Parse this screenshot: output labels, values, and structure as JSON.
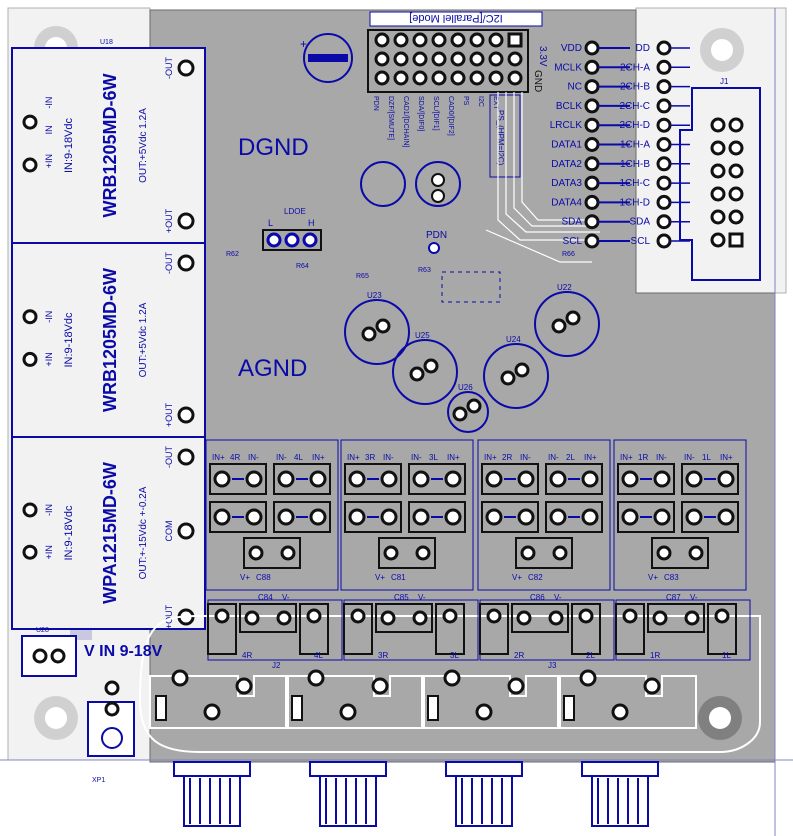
{
  "colors": {
    "board": "#a8a8a8",
    "substrate": "#f2f2f2",
    "copper": "#0a0aa8",
    "pad": "#ffffff",
    "silk_white": "#ffffff",
    "edge": "#6a6a6a",
    "dark": "#111111",
    "hole": "#808080"
  },
  "header": {
    "title": "I2C/[Parallel Mode]",
    "v33": "3.3V",
    "gnd": "GND",
    "pin_labels": [
      "PDN",
      "DZF/[SMUTE]",
      "CAD1/[DCHAIN]",
      "SDA/[DIF0]",
      "SCL/[DIF1]",
      "CAD0/[DIF2]",
      "PS",
      "I2C",
      "EXT"
    ],
    "ps_label": "PS_(HPM=I2C)"
  },
  "labels": {
    "dgnd": "DGND",
    "agnd": "AGND",
    "pdn": "PDN",
    "ldoe": "LDOE",
    "ldoe_l": "L",
    "ldoe_h": "H",
    "vin": "V IN  9-18V",
    "u18": "U18",
    "u28": "U28",
    "xp1": "XP1",
    "j1": "J1",
    "j2": "J2",
    "j3": "J3",
    "r62": "R62",
    "r64": "R64",
    "r65": "R65",
    "r63": "R63",
    "r66": "R66"
  },
  "modules": [
    {
      "part": "WRB1205MD-6W",
      "input": "IN:9-18Vdc",
      "output": "OUT:+5Vdc 1.2A",
      "pins_left": [
        "IN",
        "-IN",
        "+IN"
      ],
      "pins_right": [
        "-OUT",
        "+OUT"
      ]
    },
    {
      "part": "WRB1205MD-6W",
      "input": "IN:9-18Vdc",
      "output": "OUT:+5Vdc 1.2A",
      "pins_left": [
        "-IN",
        "+IN"
      ],
      "pins_right": [
        "-OUT",
        "+OUT"
      ]
    },
    {
      "part": "WPA1215MD-6W",
      "input": "IN:9-18Vdc",
      "output": "OUT:+-15Vdc +-0.2A",
      "pins_left": [
        "-IN",
        "+IN"
      ],
      "pins_right": [
        "-OUT",
        "COM",
        "+OUT"
      ]
    }
  ],
  "signals_left": [
    "VDD",
    "MCLK",
    "NC",
    "BCLK",
    "LRCLK",
    "DATA1",
    "DATA2",
    "DATA3",
    "DATA4",
    "SDA",
    "SCL"
  ],
  "signals_right": [
    "DD",
    "2CH-A",
    "2CH-B",
    "2CH-C",
    "2CH-D",
    "1CH-A",
    "1CH-B",
    "1CH-C",
    "1CH-D",
    "SDA",
    "SCL"
  ],
  "regulators": [
    "U23",
    "U25",
    "U24",
    "U26",
    "U22"
  ],
  "input_groups": [
    {
      "labels": [
        "IN+",
        "4R",
        "IN-",
        "IN-",
        "4L",
        "IN+"
      ],
      "cap": "C88"
    },
    {
      "labels": [
        "IN+",
        "3R",
        "IN-",
        "IN-",
        "3L",
        "IN+"
      ],
      "cap": "C81"
    },
    {
      "labels": [
        "IN+",
        "2R",
        "IN-",
        "IN-",
        "2L",
        "IN+"
      ],
      "cap": "C82"
    },
    {
      "labels": [
        "IN+",
        "1R",
        "IN-",
        "IN-",
        "1L",
        "IN+"
      ],
      "cap": "C83"
    }
  ],
  "cap_vplus": "V+",
  "cap_vminus": "V-",
  "output_groups": [
    {
      "cap": "C84",
      "ch_r": "4R",
      "ch_l": "4L"
    },
    {
      "cap": "C85",
      "ch_r": "3R",
      "ch_l": "3L"
    },
    {
      "cap": "C86",
      "ch_r": "2R",
      "ch_l": "2L"
    },
    {
      "cap": "C87",
      "ch_r": "1R",
      "ch_l": "1L"
    }
  ]
}
